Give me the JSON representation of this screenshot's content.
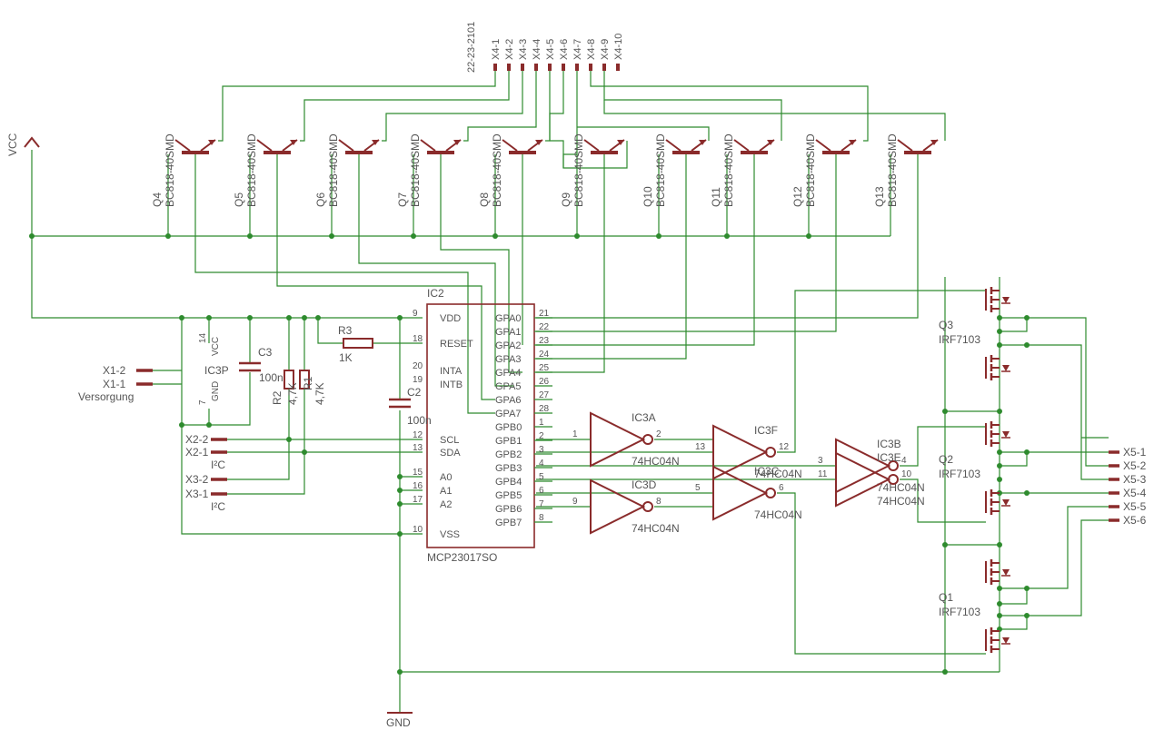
{
  "connector_top": {
    "part": "22-23-2101",
    "pins": [
      "X4-1",
      "X4-2",
      "X4-3",
      "X4-4",
      "X4-5",
      "X4-6",
      "X4-7",
      "X4-8",
      "X4-9",
      "X4-10"
    ]
  },
  "vcc_label": "VCC",
  "gnd_label": "GND",
  "transistors": [
    {
      "name": "Q4",
      "value": "BC818-40SMD"
    },
    {
      "name": "Q5",
      "value": "BC818-40SMD"
    },
    {
      "name": "Q6",
      "value": "BC818-40SMD"
    },
    {
      "name": "Q7",
      "value": "BC818-40SMD"
    },
    {
      "name": "Q8",
      "value": "BC818-40SMD"
    },
    {
      "name": "Q9",
      "value": "BC818-40SMD"
    },
    {
      "name": "Q10",
      "value": "BC818-40SMD"
    },
    {
      "name": "Q11",
      "value": "BC818-40SMD"
    },
    {
      "name": "Q12",
      "value": "BC818-40SMD"
    },
    {
      "name": "Q13",
      "value": "BC818-40SMD"
    }
  ],
  "ic2": {
    "name": "IC2",
    "value": "MCP23017SO",
    "left_pins": [
      {
        "num": "9",
        "name": "VDD"
      },
      {
        "num": "18",
        "name": "RESET"
      },
      {
        "num": "20",
        "name": "INTA"
      },
      {
        "num": "19",
        "name": "INTB"
      },
      {
        "num": "12",
        "name": "SCL"
      },
      {
        "num": "13",
        "name": "SDA"
      },
      {
        "num": "15",
        "name": "A0"
      },
      {
        "num": "16",
        "name": "A1"
      },
      {
        "num": "17",
        "name": "A2"
      },
      {
        "num": "10",
        "name": "VSS"
      }
    ],
    "right_pins": [
      {
        "num": "21",
        "name": "GPA0"
      },
      {
        "num": "22",
        "name": "GPA1"
      },
      {
        "num": "23",
        "name": "GPA2"
      },
      {
        "num": "24",
        "name": "GPA3"
      },
      {
        "num": "25",
        "name": "GPA4"
      },
      {
        "num": "26",
        "name": "GPA5"
      },
      {
        "num": "27",
        "name": "GPA6"
      },
      {
        "num": "28",
        "name": "GPA7"
      },
      {
        "num": "1",
        "name": "GPB0"
      },
      {
        "num": "2",
        "name": "GPB1"
      },
      {
        "num": "3",
        "name": "GPB2"
      },
      {
        "num": "4",
        "name": "GPB3"
      },
      {
        "num": "5",
        "name": "GPB4"
      },
      {
        "num": "6",
        "name": "GPB5"
      },
      {
        "num": "7",
        "name": "GPB6"
      },
      {
        "num": "8",
        "name": "GPB7"
      }
    ]
  },
  "passives": {
    "r3": {
      "name": "R3",
      "value": "1K"
    },
    "r2": {
      "name": "R2",
      "value": "4,7K"
    },
    "r1": {
      "name": "R1",
      "value": "4,7K"
    },
    "c3": {
      "name": "C3",
      "value": "100n"
    },
    "c2": {
      "name": "C2",
      "value": "100n"
    }
  },
  "ic3p": {
    "name": "IC3P",
    "pin_vcc": "VCC",
    "pin_gnd": "GND",
    "num_vcc": "14",
    "num_gnd": "7"
  },
  "connectors_left": [
    {
      "pin": "X1-2"
    },
    {
      "pin": "X1-1",
      "note": "Versorgung"
    },
    {
      "pin": "X2-2"
    },
    {
      "pin": "X2-1",
      "note": "I²C"
    },
    {
      "pin": "X3-2"
    },
    {
      "pin": "X3-1",
      "note": "I²C"
    }
  ],
  "inverters": [
    {
      "name": "IC3A",
      "value": "74HC04N",
      "in": "1",
      "out": "2"
    },
    {
      "name": "IC3F",
      "value": "74HC04N",
      "in": "13",
      "out": "12"
    },
    {
      "name": "IC3D",
      "value": "74HC04N",
      "in": "9",
      "out": "8"
    },
    {
      "name": "IC3C",
      "value": "74HC04N",
      "in": "5",
      "out": "6"
    },
    {
      "name": "IC3B",
      "value": "74HC04N",
      "in": "3",
      "out": "4"
    },
    {
      "name": "IC3E",
      "value": "74HC04N",
      "in": "11",
      "out": "10"
    }
  ],
  "mosfets": [
    {
      "name": "Q3",
      "value": "IRF7103"
    },
    {
      "name": "Q2",
      "value": "IRF7103"
    },
    {
      "name": "Q1",
      "value": "IRF7103"
    }
  ],
  "connector_right": [
    "X5-1",
    "X5-2",
    "X5-3",
    "X5-4",
    "X5-5",
    "X5-6"
  ]
}
